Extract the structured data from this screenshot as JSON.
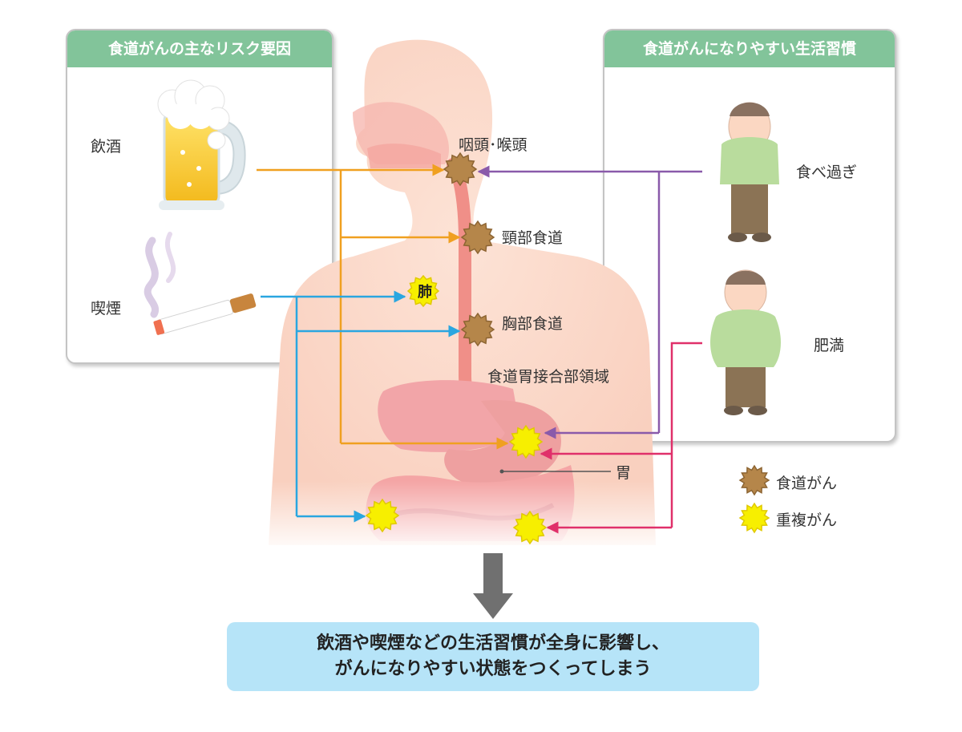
{
  "left_panel": {
    "title": "食道がんの主なリスク要因",
    "items": [
      "飲酒",
      "喫煙"
    ]
  },
  "right_panel": {
    "title": "食道がんになりやすい生活習慣",
    "items": [
      "食べ過ぎ",
      "肥満"
    ]
  },
  "organs": {
    "pharynx": "咽頭･喉頭",
    "cervical_esophagus": "頸部食道",
    "lung": "肺",
    "thoracic_esophagus": "胸部食道",
    "ge_junction": "食道胃接合部領域",
    "stomach": "胃"
  },
  "legend": {
    "esophageal": "食道がん",
    "multiple": "重複がん"
  },
  "summary": {
    "line1": "飲酒や喫煙などの生活習慣が全身に影響し、",
    "line2": "がんになりやすい状態をつくってしまう"
  },
  "colors": {
    "alcohol": "#f0a020",
    "smoking": "#2aa6e0",
    "overeating": "#8a5aaa",
    "obesity": "#e0306a",
    "esophageal_marker": "#b5864a",
    "multiple_marker": "#f7ef00",
    "header": "#82c49a",
    "summary_bg": "#b6e4f8"
  }
}
